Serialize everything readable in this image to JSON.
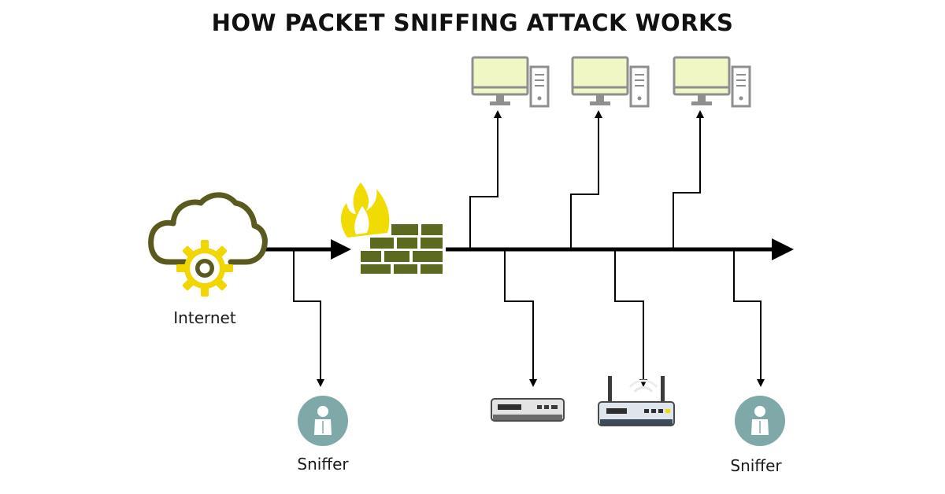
{
  "title": "HOW PACKET SNIFFING ATTACK WORKS",
  "nodes": {
    "internet": {
      "label": "Internet",
      "icon": "cloud-gear-icon"
    },
    "firewall": {
      "icon": "firewall-icon"
    },
    "sniffer_left": {
      "label": "Sniffer",
      "icon": "user-icon"
    },
    "sniffer_right": {
      "label": "Sniffer",
      "icon": "user-icon"
    },
    "computers": [
      {
        "icon": "desktop-computer-icon"
      },
      {
        "icon": "desktop-computer-icon"
      },
      {
        "icon": "desktop-computer-icon"
      }
    ],
    "switch": {
      "icon": "network-switch-icon"
    },
    "router": {
      "icon": "wifi-router-icon"
    }
  },
  "colors": {
    "olive": "#5a5a1f",
    "gear_yellow": "#f2d600",
    "flame_yellow": "#f0dc00",
    "brick": "#5b6a1e",
    "sniffer_teal": "#7fa8a8",
    "computer_gray": "#8f8f8f",
    "screen_fill": "#f1f7c4",
    "line": "#000000"
  }
}
